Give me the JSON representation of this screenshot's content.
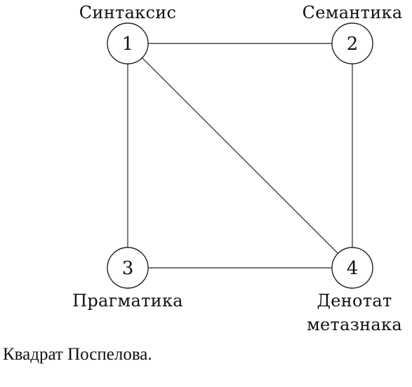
{
  "diagram": {
    "nodes": [
      {
        "id": "1",
        "number": "1",
        "label_lines": [
          "Синтаксис"
        ]
      },
      {
        "id": "2",
        "number": "2",
        "label_lines": [
          "Семантика"
        ]
      },
      {
        "id": "3",
        "number": "3",
        "label_lines": [
          "Прагматика"
        ]
      },
      {
        "id": "4",
        "number": "4",
        "label_lines": [
          "Денотат",
          "метазнака"
        ]
      }
    ],
    "edges": [
      {
        "from": "1",
        "to": "2"
      },
      {
        "from": "1",
        "to": "3"
      },
      {
        "from": "2",
        "to": "4"
      },
      {
        "from": "3",
        "to": "4"
      },
      {
        "from": "1",
        "to": "4"
      }
    ]
  },
  "caption": "Квадрат Поспелова."
}
